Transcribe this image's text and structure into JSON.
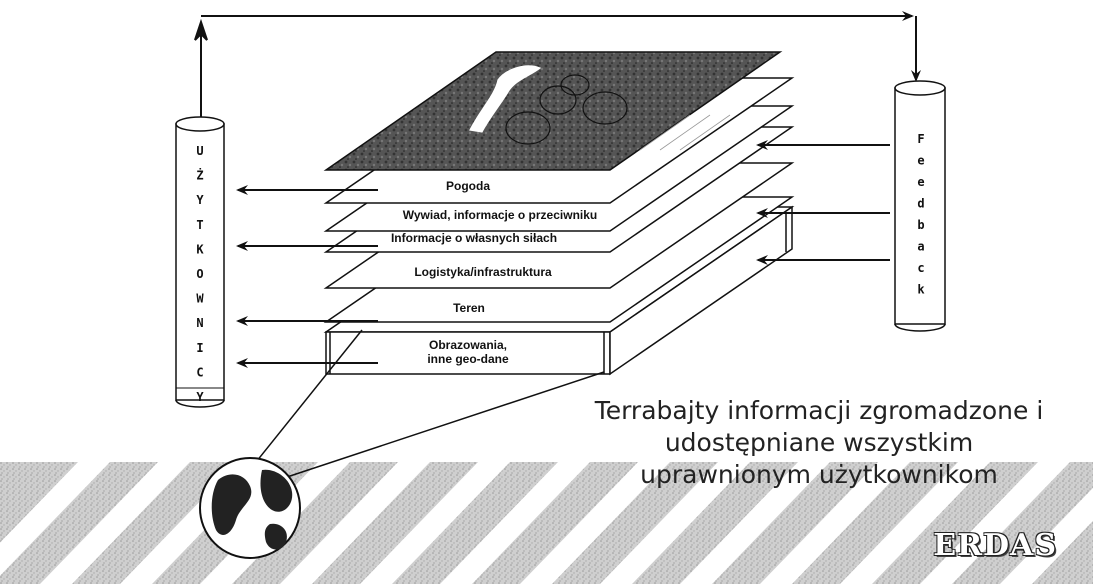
{
  "left_cylinder": {
    "letters": [
      "U",
      "Ż",
      "Y",
      "T",
      "K",
      "O",
      "W",
      "N",
      "I",
      "C",
      "Y"
    ]
  },
  "right_cylinder": {
    "letters": [
      "F",
      "e",
      "e",
      "d",
      "b",
      "a",
      "c",
      "k"
    ]
  },
  "layers": [
    {
      "id": "pogoda",
      "label": "Pogoda"
    },
    {
      "id": "wywiad",
      "label": "Wywiad, informacje o przeciwniku"
    },
    {
      "id": "wlasne",
      "label": "Informacje o własnych siłach"
    },
    {
      "id": "logistyka",
      "label": "Logistyka/infrastruktura"
    },
    {
      "id": "teren",
      "label": "Teren"
    },
    {
      "id": "obrazowania",
      "label_lines": [
        "Obrazowania,",
        "inne geo-dane"
      ]
    }
  ],
  "caption": {
    "lines": [
      "Terrabajty informacji zgromadzone i",
      "udostępniane wszystkim",
      "uprawnionym użytkownikom"
    ]
  },
  "logo": {
    "text": "ERDAS"
  }
}
